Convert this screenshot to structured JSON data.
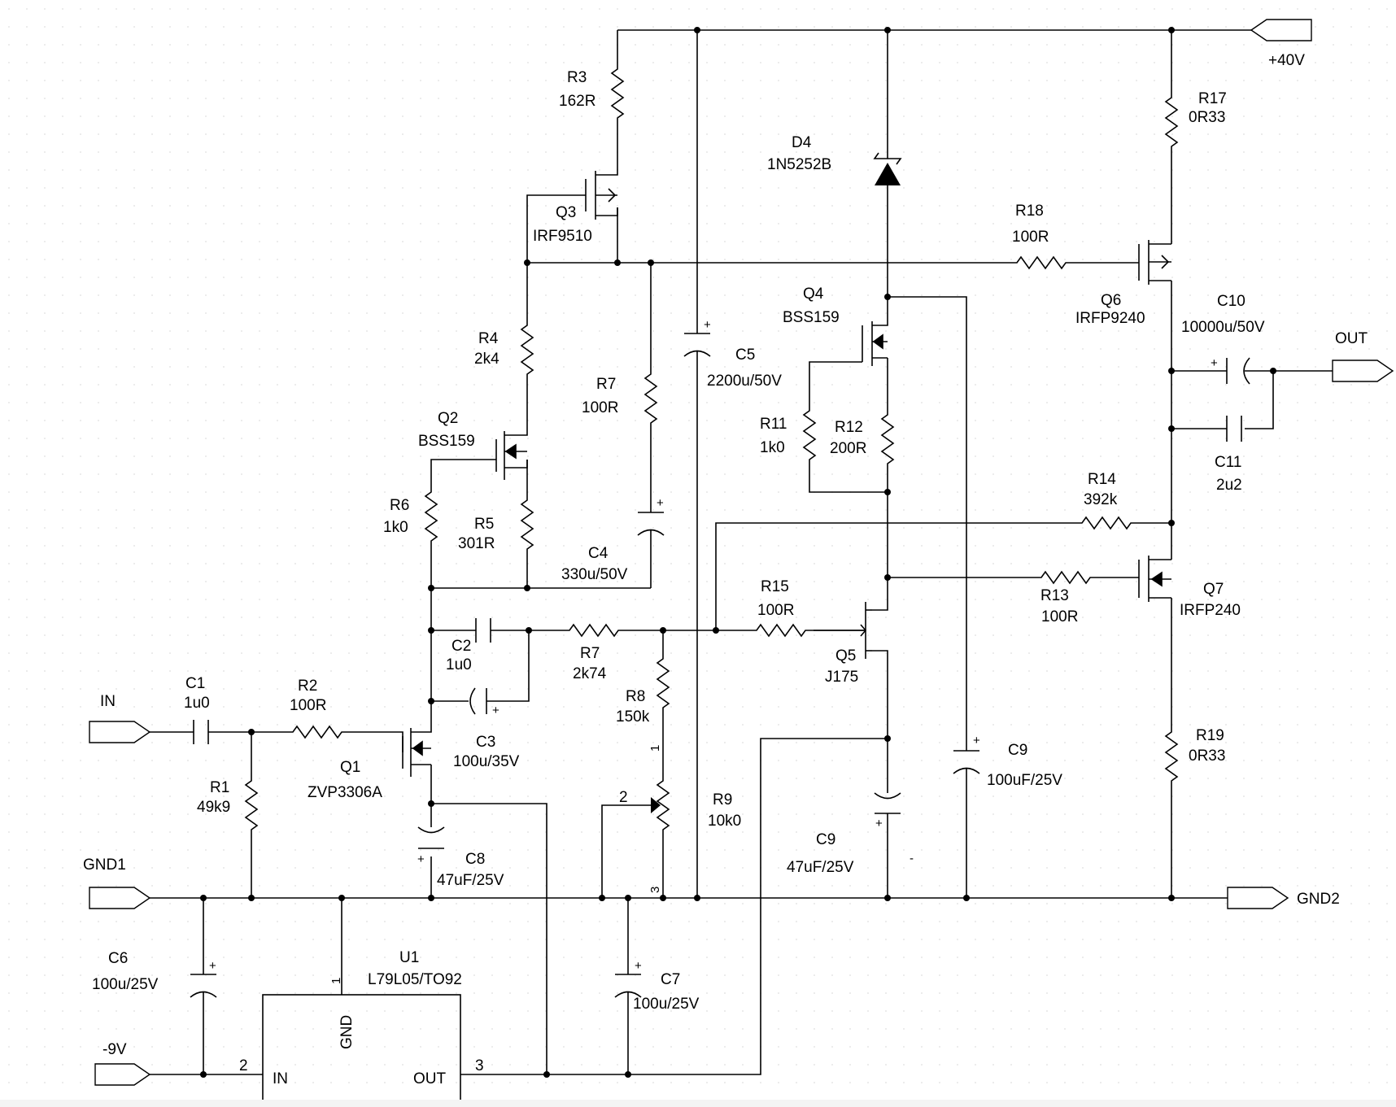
{
  "ports": {
    "in": "IN",
    "out": "OUT",
    "vplus": "+40V",
    "vneg": "-9V",
    "gnd1": "GND1",
    "gnd2": "GND2"
  },
  "components": {
    "r1": {
      "ref": "R1",
      "value": "49k9"
    },
    "r2": {
      "ref": "R2",
      "value": "100R"
    },
    "r3": {
      "ref": "R3",
      "value": "162R"
    },
    "r4": {
      "ref": "R4",
      "value": "2k4"
    },
    "r5": {
      "ref": "R5",
      "value": "301R"
    },
    "r6": {
      "ref": "R6",
      "value": "1k0"
    },
    "r7a": {
      "ref": "R7",
      "value": "100R"
    },
    "r7b": {
      "ref": "R7",
      "value": "2k74"
    },
    "r8": {
      "ref": "R8",
      "value": "150k"
    },
    "r9": {
      "ref": "R9",
      "value": "10k0"
    },
    "r11": {
      "ref": "R11",
      "value": "1k0"
    },
    "r12": {
      "ref": "R12",
      "value": "200R"
    },
    "r13": {
      "ref": "R13",
      "value": "100R"
    },
    "r14": {
      "ref": "R14",
      "value": "392k"
    },
    "r15": {
      "ref": "R15",
      "value": "100R"
    },
    "r17": {
      "ref": "R17",
      "value": "0R33"
    },
    "r18": {
      "ref": "R18",
      "value": "100R"
    },
    "r19": {
      "ref": "R19",
      "value": "0R33"
    },
    "c1": {
      "ref": "C1",
      "value": "1u0"
    },
    "c2": {
      "ref": "C2",
      "value": "1u0"
    },
    "c3": {
      "ref": "C3",
      "value": "100u/35V"
    },
    "c4": {
      "ref": "C4",
      "value": "330u/50V"
    },
    "c5": {
      "ref": "C5",
      "value": "2200u/50V"
    },
    "c6": {
      "ref": "C6",
      "value": "100u/25V"
    },
    "c7": {
      "ref": "C7",
      "value": "100u/25V"
    },
    "c8": {
      "ref": "C8",
      "value": "47uF/25V"
    },
    "c9a": {
      "ref": "C9",
      "value": "100uF/25V"
    },
    "c9b": {
      "ref": "C9",
      "value": "47uF/25V"
    },
    "c10": {
      "ref": "C10",
      "value": "10000u/50V"
    },
    "c11": {
      "ref": "C11",
      "value": "2u2"
    },
    "d4": {
      "ref": "D4",
      "value": "1N5252B"
    },
    "q1": {
      "ref": "Q1",
      "value": "ZVP3306A"
    },
    "q2": {
      "ref": "Q2",
      "value": "BSS159"
    },
    "q3": {
      "ref": "Q3",
      "value": "IRF9510"
    },
    "q4": {
      "ref": "Q4",
      "value": "BSS159"
    },
    "q5": {
      "ref": "Q5",
      "value": "J175"
    },
    "q6": {
      "ref": "Q6",
      "value": "IRFP9240"
    },
    "q7": {
      "ref": "Q7",
      "value": "IRFP240"
    },
    "u1": {
      "ref": "U1",
      "value": "L79L05/TO92",
      "pin_gnd": "GND",
      "pin_in": "IN",
      "pin_out": "OUT"
    }
  },
  "pins": {
    "u1_gnd": "1",
    "u1_in": "2",
    "u1_out": "3",
    "r9_p1": "1",
    "r9_p2": "2",
    "r9_p3": "3"
  },
  "marks": {
    "plus": "+",
    "tick": "-"
  }
}
